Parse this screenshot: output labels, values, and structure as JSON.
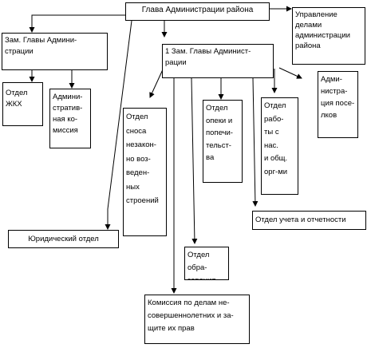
{
  "nodes": {
    "head": "Глава Администрации района",
    "management": "Управление\nделами\nадминистрации\nрайона",
    "deputy": "Зам. Главы Админи-\nстрации",
    "first_deputy": "1 Зам. Главы Админист-\nрации",
    "housing": "Отдел\nЖКХ",
    "admin_commission": "Админи-\nстратив-\nная ко-\nмиссия",
    "demolition": "Отдел\n сноса\nнезакон-\nно воз-\nведен-\nных\nстроений",
    "guardianship": "Отдел\nопеки и\nпопечи-\nтельст-\nва",
    "population": "Отдел\nрабо-\nты с\nнас.\n и общ.\nорг-ми",
    "settlements": "Адми-\nнистра-\nция посе-\nлков",
    "accounting": "Отдел учета и отчетности",
    "legal": "Юридический отдел",
    "education": "Отдел обра-\nзования",
    "minors": "Комиссия по делам не-\nсовершеннолетних и за-\nщите их прав"
  }
}
